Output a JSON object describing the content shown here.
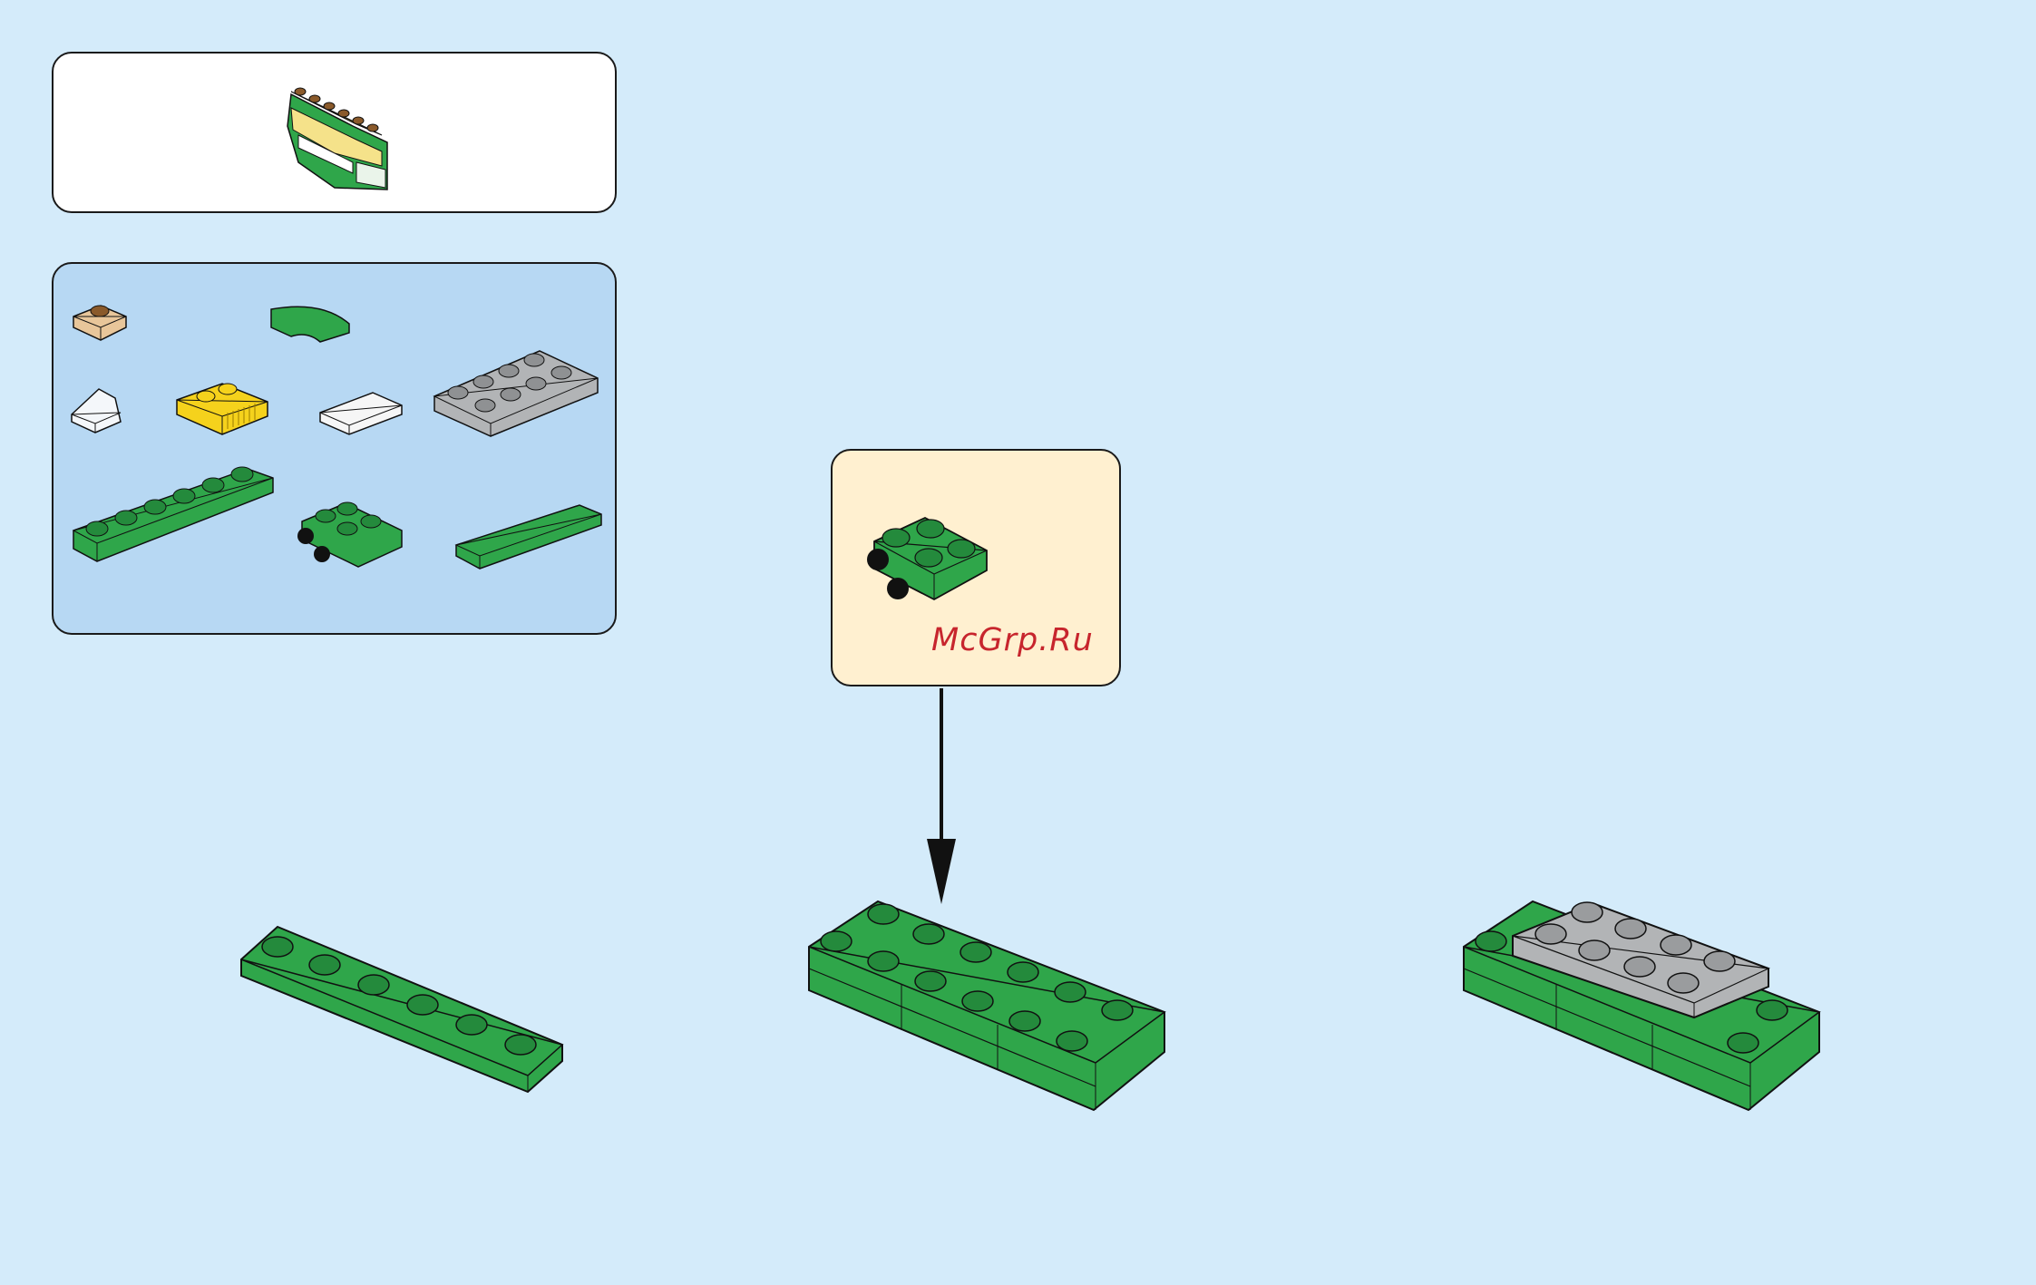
{
  "page": {
    "background": "#d4ebfa"
  },
  "model_preview": {
    "description_icon": "finished-train-car-model"
  },
  "parts_list": {
    "items": [
      {
        "icon": "tan-round-plate-1x1",
        "color": "#e8c69a"
      },
      {
        "icon": "green-curved-slope-2x2",
        "color": "#2fa64a"
      },
      {
        "icon": "transparent-slope-1x1",
        "color": "#f0f4f8"
      },
      {
        "icon": "yellow-grille-plate-1x2",
        "color": "#f5d21c"
      },
      {
        "icon": "white-tile-1x2",
        "color": "#f2f2f2"
      },
      {
        "icon": "gray-plate-2x4",
        "color": "#a7a9ac"
      },
      {
        "icon": "green-plate-1x6",
        "color": "#2fa64a"
      },
      {
        "icon": "green-bracket-plate-2x2",
        "color": "#2fa64a"
      },
      {
        "icon": "green-tile-1x4",
        "color": "#2fa64a"
      }
    ]
  },
  "callout": {
    "part_icon": "green-bracket-plate-2x2",
    "watermark": "McGrp.Ru"
  },
  "steps": [
    {
      "icon": "green-plate-1x6-placed"
    },
    {
      "icon": "green-plates-assembly"
    },
    {
      "icon": "green-assembly-with-gray-plate"
    }
  ],
  "arrow": {
    "icon": "down-arrow"
  },
  "colors": {
    "green": "#2fa64a",
    "green_dark": "#1f7a34",
    "gray": "#b2b4b6",
    "yellow": "#f5d21c",
    "tan": "#e8c69a",
    "outline": "#111111"
  }
}
